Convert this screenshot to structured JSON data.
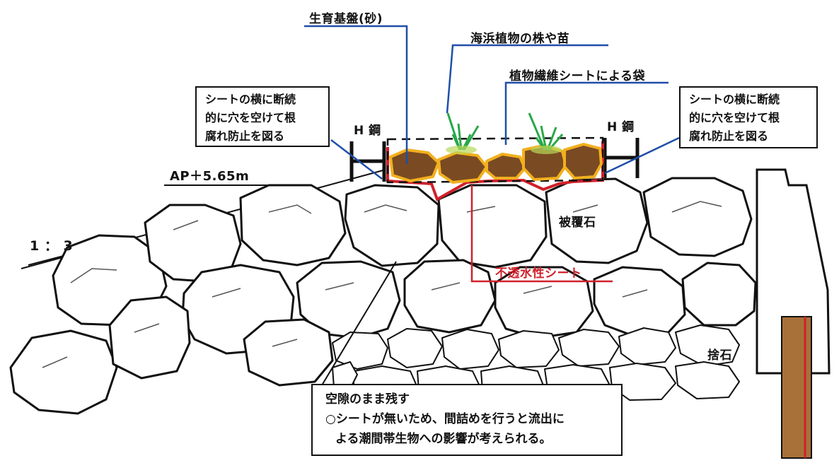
{
  "labels": {
    "substrate": "生育基盤(砂)",
    "plants": "海浜植物の株や苗",
    "bag": "植物繊維シートによる袋",
    "steel_left": "H 鋼",
    "steel_right": "H 鋼",
    "ap_level": "AP＋5.65m",
    "slope": "1 ： 3",
    "cover_stone": "被覆石",
    "rubble_stone": "捨石",
    "impermeable_sheet": "不透水性シート"
  },
  "note_left": [
    "シートの横に断続",
    "的に穴を空けて根",
    "腐れ防止を図る"
  ],
  "note_right": [
    "シートの横に断続",
    "的に穴を空けて根",
    "腐れ防止を図る"
  ],
  "note_bottom": {
    "title": "空隙のまま残す",
    "lines": [
      "○シートが無いため、間詰めを行うと流出に",
      "よる潮間帯生物への影響が考えられる。"
    ]
  },
  "colors": {
    "leader_blue": "#1f4fa8",
    "sheet_red": "#d0202a",
    "bag_yellow": "#f2b01e",
    "soil_brown": "#7a4a22",
    "plant_green": "#29a84a",
    "post_brown": "#a8713a"
  }
}
